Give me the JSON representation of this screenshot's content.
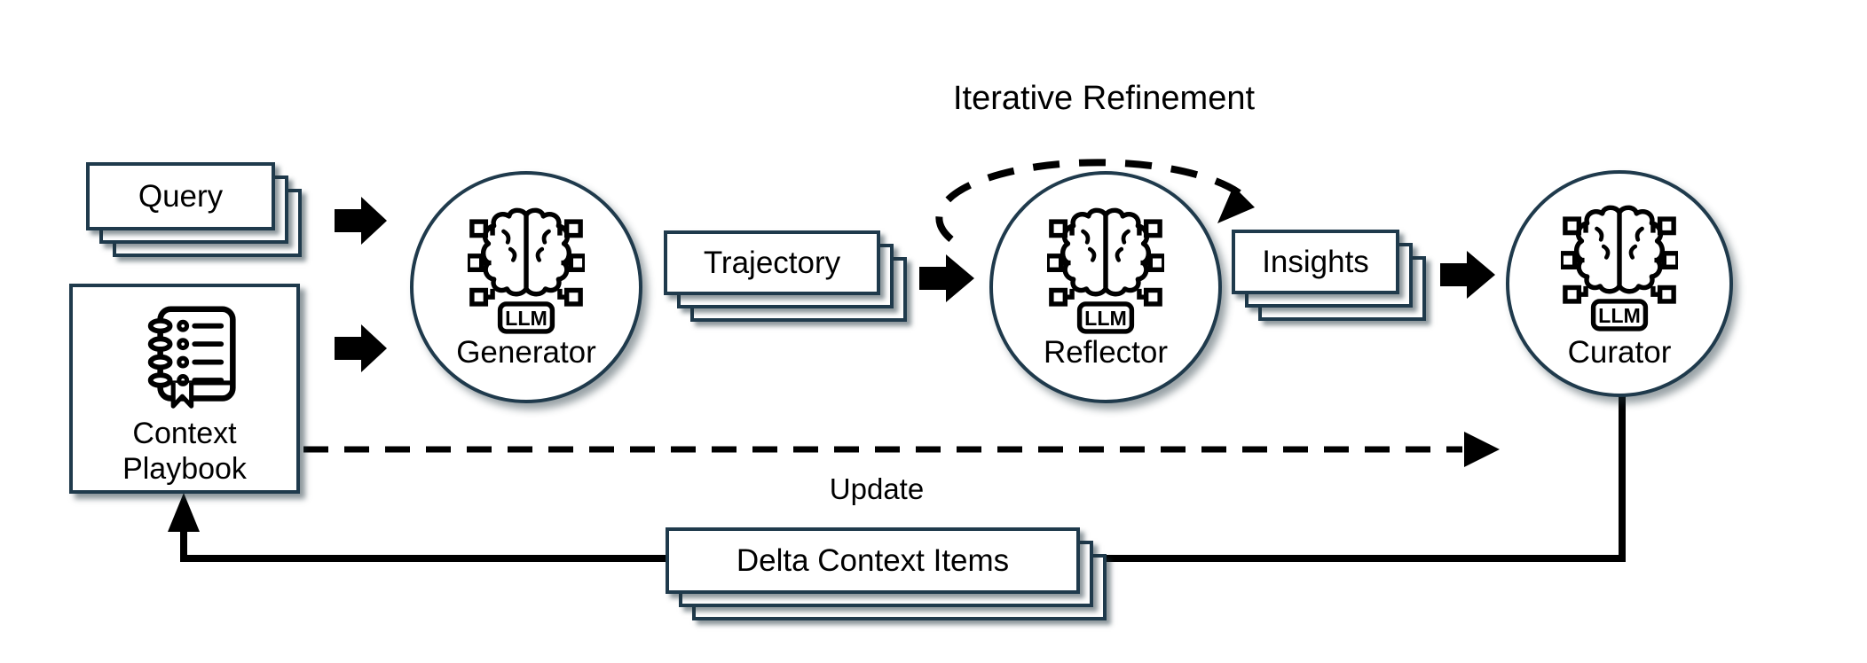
{
  "nodes": {
    "query": {
      "label": "Query"
    },
    "context_playbook": {
      "label_line1": "Context",
      "label_line2": "Playbook"
    },
    "generator": {
      "label": "Generator"
    },
    "trajectory": {
      "label": "Trajectory"
    },
    "reflector": {
      "label": "Reflector"
    },
    "insights": {
      "label": "Insights"
    },
    "curator": {
      "label": "Curator"
    },
    "delta_context_items": {
      "label": "Delta Context Items"
    }
  },
  "labels": {
    "iterative_refinement": "Iterative Refinement",
    "update": "Update"
  },
  "icons": {
    "llm_badge": "LLM"
  },
  "colors": {
    "outline": "#1f3a4c",
    "ink": "#000000",
    "background": "#ffffff"
  }
}
